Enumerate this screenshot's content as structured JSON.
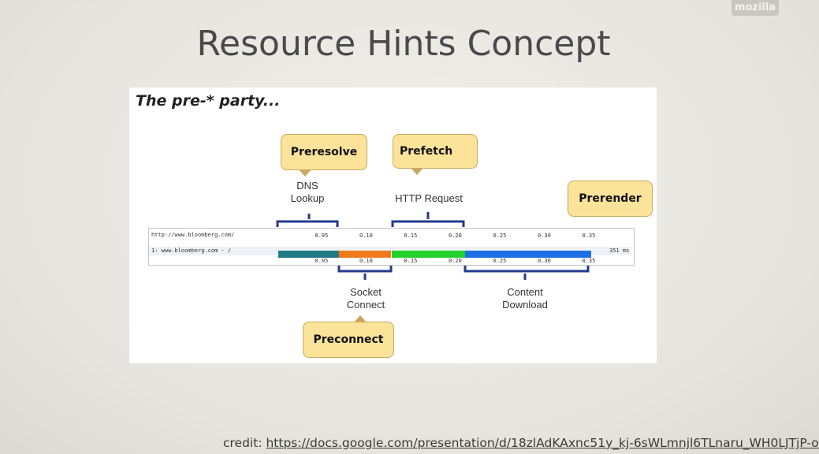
{
  "logo": "mozilla",
  "title": "Resource Hints Concept",
  "panel": {
    "subtitle": "The pre-* party...",
    "callouts": {
      "preresolve": "Preresolve",
      "prefetch": "Prefetch",
      "prerender": "Prerender",
      "preconnect": "Preconnect"
    },
    "labels": {
      "dns_line1": "DNS",
      "dns_line2": "Lookup",
      "http": "HTTP Request",
      "socket_line1": "Socket",
      "socket_line2": "Connect",
      "content_line1": "Content",
      "content_line2": "Download"
    },
    "waterfall": {
      "url_row": "http://www.bloomberg.com/",
      "request_row": "1: www.bloomberg.com - /",
      "ticks": [
        "0.05",
        "0.10",
        "0.15",
        "0.20",
        "0.25",
        "0.30",
        "0.35"
      ],
      "total": "351 ms",
      "phases": [
        {
          "name": "dns",
          "start": 0.0,
          "end": 0.068,
          "color": "#1f7a86"
        },
        {
          "name": "connect",
          "start": 0.068,
          "end": 0.127,
          "color": "#f07a1a"
        },
        {
          "name": "request",
          "start": 0.127,
          "end": 0.21,
          "color": "#22d12a"
        },
        {
          "name": "download",
          "start": 0.21,
          "end": 0.351,
          "color": "#1e6fe6"
        }
      ]
    }
  },
  "credit": {
    "prefix": "credit: ",
    "link": "https://docs.google.com/presentation/d/18zlAdKAxnc51y_kj-6sWLmnjl6TLnaru_WH0LJTjP-o"
  }
}
